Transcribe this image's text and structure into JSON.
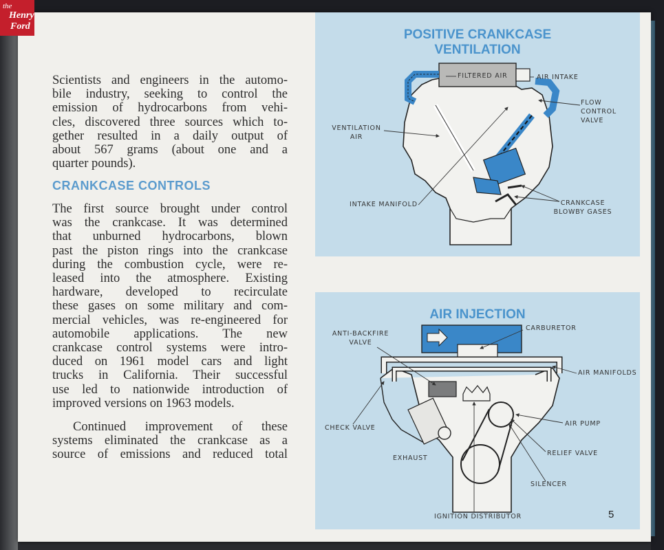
{
  "logo": {
    "line1": "the",
    "line2": "Henry",
    "line3": "Ford"
  },
  "intro_lines": [
    "Scientists and engineers in the automo-",
    "bile industry, seeking to control the",
    "emission of hydrocarbons from vehi-",
    "cles, discovered three sources which to-",
    "gether resulted in a daily output of",
    "about 567 grams (about one and a",
    "quarter pounds)."
  ],
  "heading": "CRANKCASE CONTROLS",
  "crankcase_lines": [
    "The first source brought under control",
    "was the crankcase. It was determined",
    "that unburned hydrocarbons, blown",
    "past the piston rings into the crankcase",
    "during the combustion cycle, were re-",
    "leased into the atmosphere. Existing",
    "hardware, developed to recirculate",
    "these gases on some military and com-",
    "mercial vehicles, was re-engineered for",
    "automobile applications. The new",
    "crankcase control systems were intro-",
    "duced on 1961 model cars and light",
    "trucks in California. Their successful",
    "use led to nationwide introduction of",
    "improved versions on 1963 models."
  ],
  "continued_lines": [
    "Continued improvement of these",
    "systems eliminated the crankcase as a",
    "source of emissions and reduced total"
  ],
  "pcv": {
    "title_line1": "POSITIVE CRANKCASE",
    "title_line2": "VENTILATION",
    "labels": {
      "filtered_air": "FILTERED AIR",
      "air_intake": "AIR INTAKE",
      "flow_control_1": "FLOW",
      "flow_control_2": "CONTROL",
      "flow_control_3": "VALVE",
      "ventilation_1": "VENTILATION",
      "ventilation_2": "AIR",
      "intake_manifold": "INTAKE MANIFOLD",
      "blowby_1": "CRANKCASE",
      "blowby_2": "BLOWBY GASES"
    }
  },
  "air_injection": {
    "title": "AIR INJECTION",
    "labels": {
      "anti_backfire_1": "ANTI-BACKFIRE",
      "anti_backfire_2": "VALVE",
      "carburetor": "CARBURETOR",
      "air_manifolds": "AIR MANIFOLDS",
      "check_valve": "CHECK VALVE",
      "air_pump": "AIR PUMP",
      "exhaust": "EXHAUST",
      "relief_valve": "RELIEF VALVE",
      "silencer": "SILENCER",
      "ignition_distributor": "IGNITION DISTRIBUTOR"
    }
  },
  "page_number": "5",
  "colors": {
    "panel_bg": "#c4dcea",
    "accent_blue": "#4a93cc",
    "heading_blue": "#5b9bcd",
    "engine_fill": "#f2f2ef",
    "page_bg": "#f1f0ec"
  }
}
